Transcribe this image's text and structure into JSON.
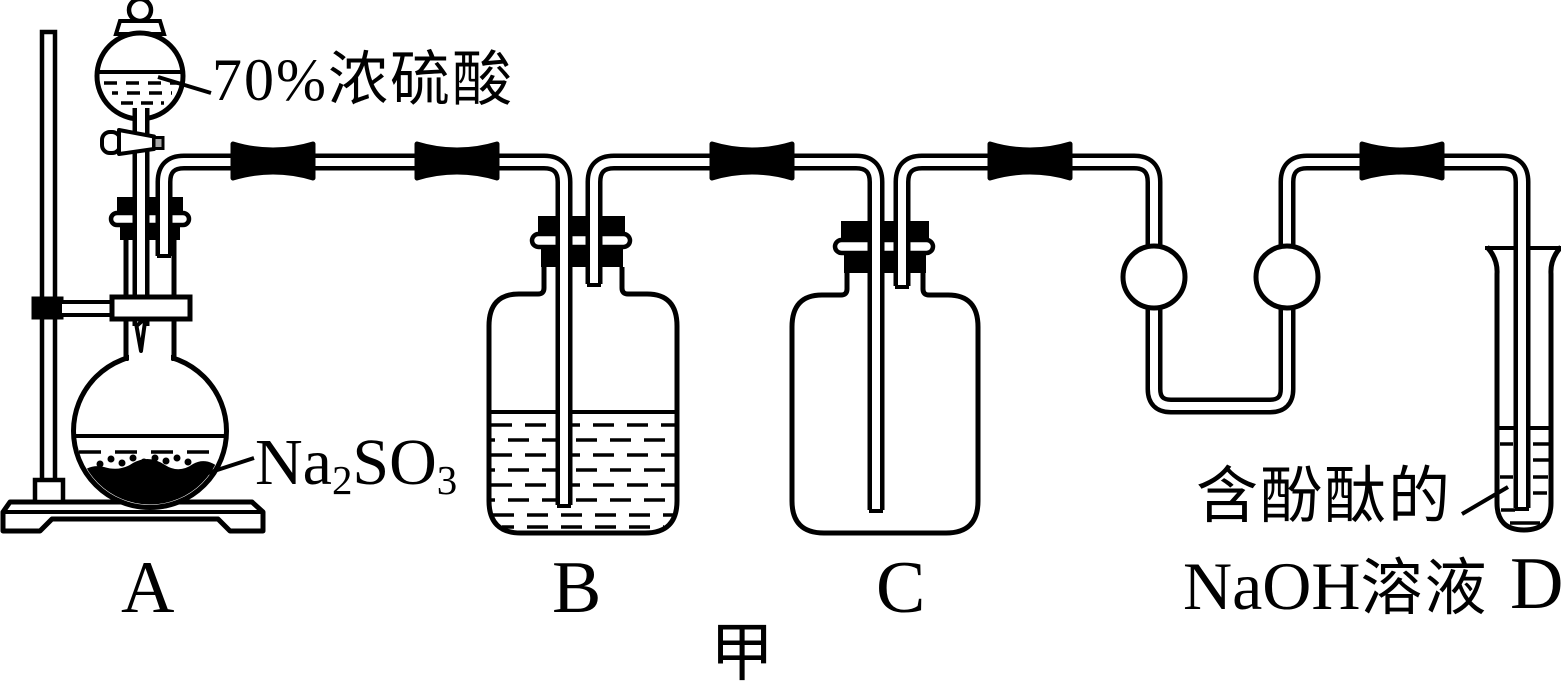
{
  "figure": {
    "caption": "甲",
    "labels": {
      "acid": "70%浓硫酸",
      "salt": {
        "p1": "Na",
        "s1": "2",
        "p2": "SO",
        "s2": "3"
      },
      "unit_a": "A",
      "unit_b": "B",
      "unit_c": "C",
      "unit_d": "D",
      "phenolphthalein_line": "含酚酞的",
      "naoh_latin": "NaOH",
      "naoh_cjk": "溶液"
    },
    "colors": {
      "ink": "#000000",
      "background": "#ffffff",
      "stopcock_tip": "#a8a8a8"
    }
  }
}
